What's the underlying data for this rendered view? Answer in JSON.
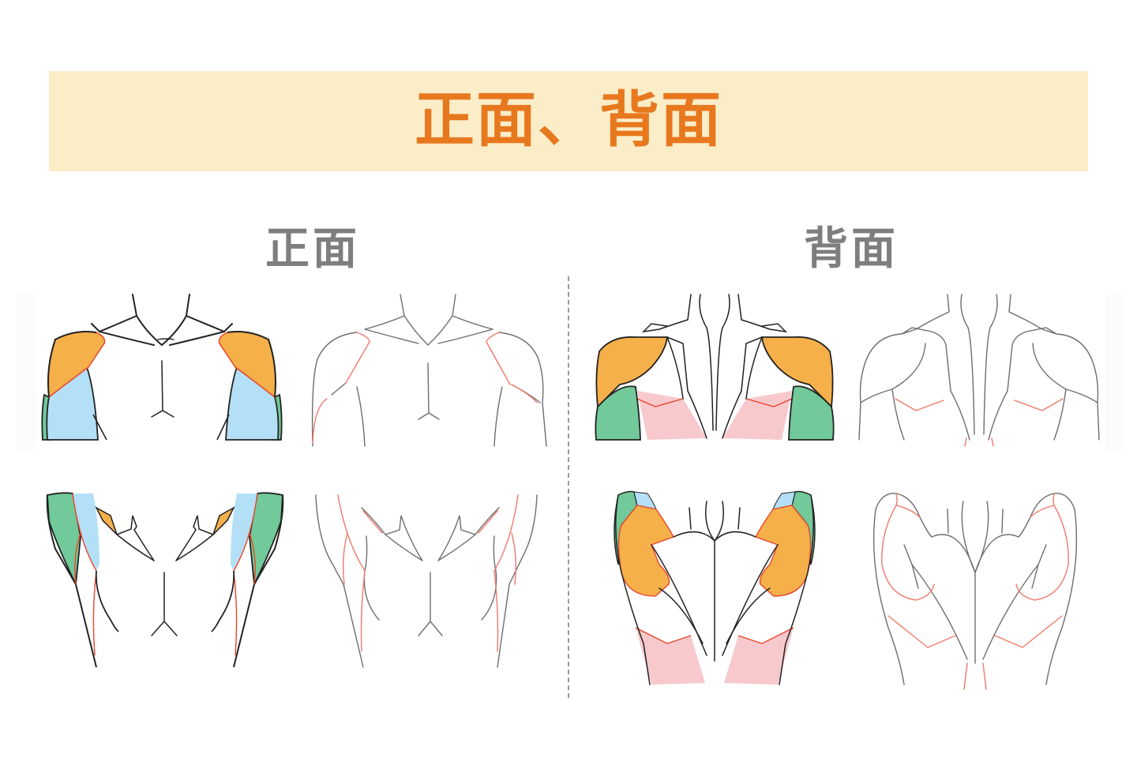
{
  "header": {
    "title": "正面、背面",
    "background_color": "#FBEDC8",
    "title_color": "#E8781E"
  },
  "sections": {
    "front": {
      "label": "正面"
    },
    "back": {
      "label": "背面"
    }
  },
  "colors": {
    "deltoid_orange": "#F5B04A",
    "biceps_blue": "#B3E0F6",
    "triceps_green": "#72C999",
    "latissimus_pink": "#F7C9CC",
    "outline_red": "#E8452C",
    "line_dark": "#222222",
    "line_gray": "#6E6E6E",
    "label_gray": "#7E7E7E",
    "divider_gray": "#9A9A9A"
  },
  "panels": [
    {
      "id": "front-top-colored",
      "view": "front",
      "row": 1,
      "style": "colored"
    },
    {
      "id": "front-top-lines",
      "view": "front",
      "row": 1,
      "style": "line-art"
    },
    {
      "id": "front-bottom-colored",
      "view": "front",
      "row": 2,
      "style": "colored"
    },
    {
      "id": "front-bottom-lines",
      "view": "front",
      "row": 2,
      "style": "line-art"
    },
    {
      "id": "back-top-colored",
      "view": "back",
      "row": 1,
      "style": "colored"
    },
    {
      "id": "back-top-lines",
      "view": "back",
      "row": 1,
      "style": "line-art"
    },
    {
      "id": "back-bottom-colored",
      "view": "back",
      "row": 2,
      "style": "colored"
    },
    {
      "id": "back-bottom-lines",
      "view": "back",
      "row": 2,
      "style": "line-art"
    }
  ]
}
